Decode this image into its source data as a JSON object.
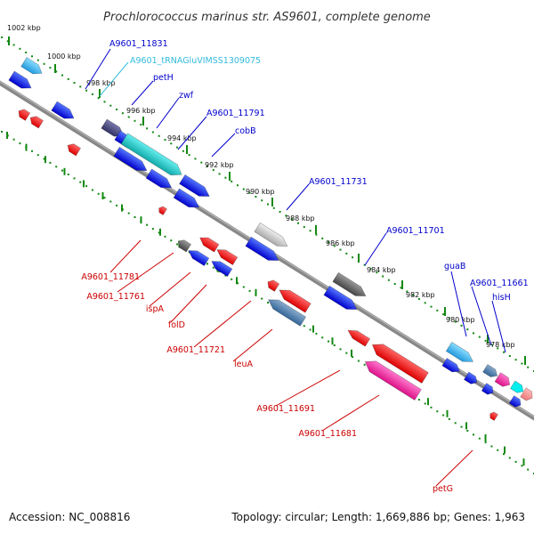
{
  "title": "Prochlorococcus marinus str. AS9601, complete genome",
  "footer": {
    "accession": "Accession: NC_008816",
    "summary": "Topology: circular; Length: 1,669,886 bp; Genes: 1,963"
  },
  "colors": {
    "forward_label": "#0000cc",
    "reverse_label": "#cc0000",
    "trna_label": "#33bbdd",
    "backbone": "#888888",
    "ticks": "#118811"
  },
  "kbp_labels": [
    "1002 kbp",
    "1000 kbp",
    "998 kbp",
    "996 kbp",
    "994 kbp",
    "992 kbp",
    "990 kbp",
    "988 kbp",
    "986 kbp",
    "984 kbp",
    "982 kbp",
    "980 kbp",
    "978 kbp"
  ],
  "forward_labels": [
    "A9601_11831",
    "A9601_tRNAGluVIMSS1309075",
    "petH",
    "zwf",
    "A9601_11791",
    "cobB",
    "A9601_11731",
    "A9601_11701",
    "guaB",
    "A9601_11661",
    "hisH"
  ],
  "reverse_labels": [
    "A9601_11781",
    "A9601_11761",
    "ispA",
    "folD",
    "A9601_11721",
    "leuA",
    "A9601_11691",
    "A9601_11681",
    "petG"
  ]
}
